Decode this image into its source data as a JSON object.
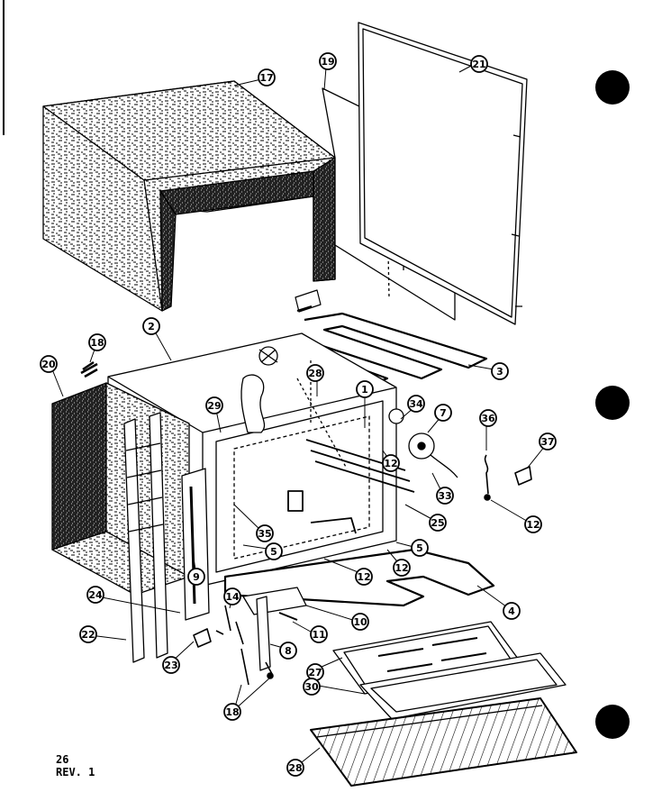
{
  "page": {
    "number": "26",
    "revision": "REV. 1"
  },
  "callouts": [
    {
      "id": "c17",
      "text": "17"
    },
    {
      "id": "c19a",
      "text": "19"
    },
    {
      "id": "c21a",
      "text": "21"
    },
    {
      "id": "c2",
      "text": "2"
    },
    {
      "id": "c18a",
      "text": "18"
    },
    {
      "id": "c20",
      "text": "20"
    },
    {
      "id": "c3",
      "text": "3"
    },
    {
      "id": "c1",
      "text": "1"
    },
    {
      "id": "c28a",
      "text": "28"
    },
    {
      "id": "c29",
      "text": "29"
    },
    {
      "id": "c34",
      "text": "34"
    },
    {
      "id": "c7",
      "text": "7"
    },
    {
      "id": "c36",
      "text": "36"
    },
    {
      "id": "c37",
      "text": "37"
    },
    {
      "id": "c12a",
      "text": "12"
    },
    {
      "id": "c33",
      "text": "33"
    },
    {
      "id": "c12b",
      "text": "12"
    },
    {
      "id": "c25",
      "text": "25"
    },
    {
      "id": "c35",
      "text": "35"
    },
    {
      "id": "c5a",
      "text": "5"
    },
    {
      "id": "c5b",
      "text": "5"
    },
    {
      "id": "c12c",
      "text": "12"
    },
    {
      "id": "c12d",
      "text": "12"
    },
    {
      "id": "c9",
      "text": "9"
    },
    {
      "id": "c4",
      "text": "4"
    },
    {
      "id": "c24",
      "text": "24"
    },
    {
      "id": "c14",
      "text": "14"
    },
    {
      "id": "c10",
      "text": "10"
    },
    {
      "id": "c11",
      "text": "11"
    },
    {
      "id": "c22",
      "text": "22"
    },
    {
      "id": "c23",
      "text": "23"
    },
    {
      "id": "c8",
      "text": "8"
    },
    {
      "id": "c27",
      "text": "27"
    },
    {
      "id": "c18b",
      "text": "18"
    },
    {
      "id": "c30",
      "text": "30"
    },
    {
      "id": "c28b",
      "text": "28"
    }
  ]
}
